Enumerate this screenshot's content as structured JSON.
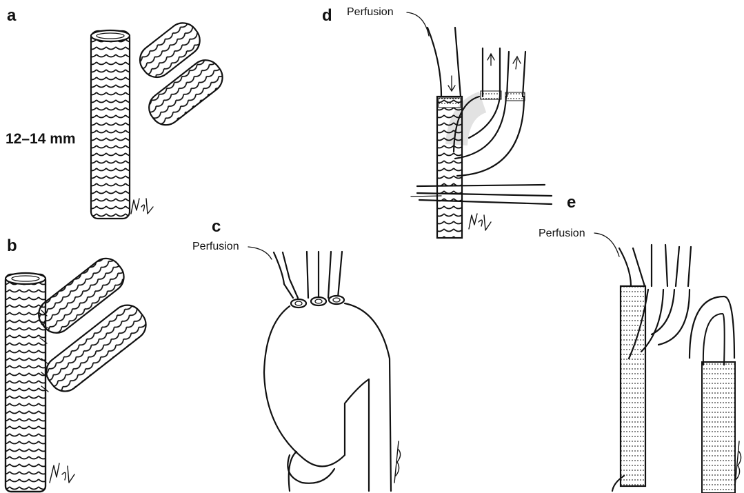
{
  "panels": {
    "a": {
      "letter": "a",
      "dimension": "12–14 mm"
    },
    "b": {
      "letter": "b"
    },
    "c": {
      "letter": "c",
      "perfusion": "Perfusion"
    },
    "d": {
      "letter": "d",
      "perfusion": "Perfusion"
    },
    "e": {
      "letter": "e",
      "perfusion": "Perfusion"
    }
  },
  "colors": {
    "ink": "#111111",
    "background": "#ffffff"
  }
}
